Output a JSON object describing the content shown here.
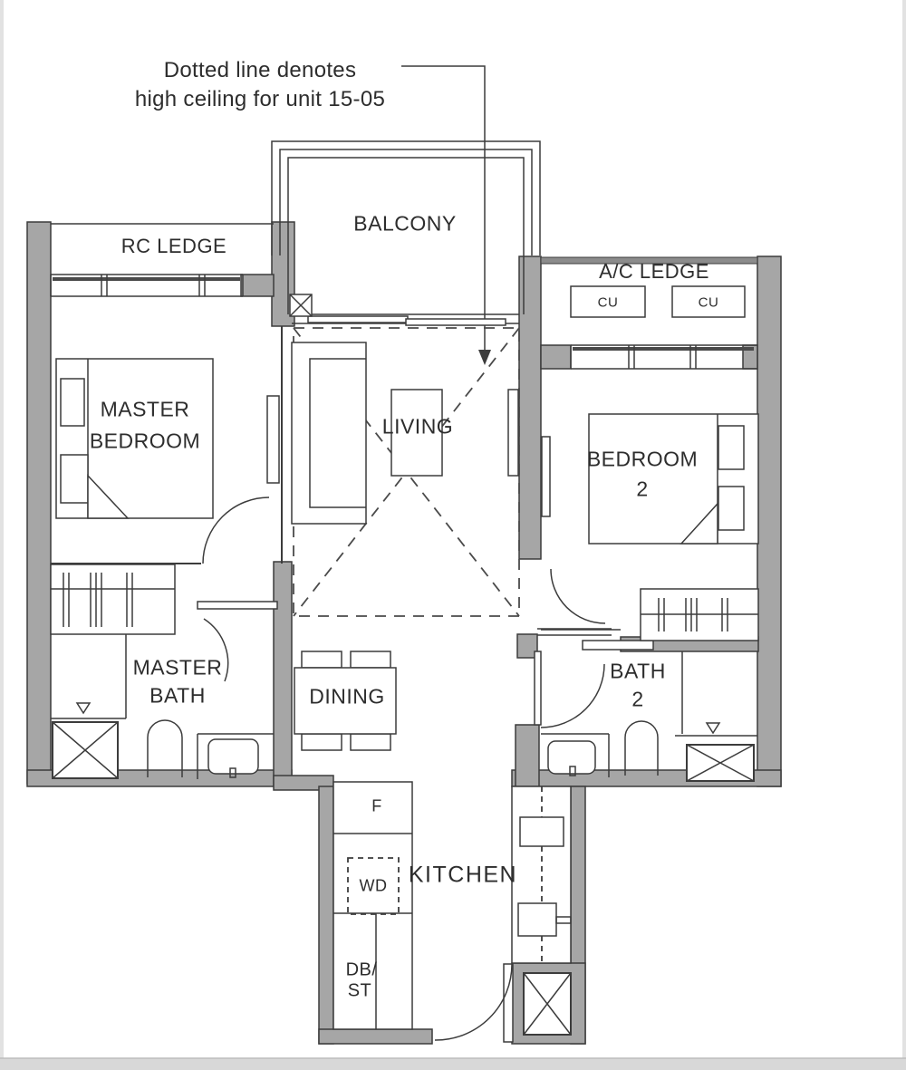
{
  "annotation": {
    "line1": "Dotted line denotes",
    "line2": "high ceiling for unit 15-05"
  },
  "labels": {
    "balcony": "BALCONY",
    "rc_ledge": "RC LEDGE",
    "ac_ledge": "A/C LEDGE",
    "cu_left": "CU",
    "cu_right": "CU",
    "master_bedroom_l1": "MASTER",
    "master_bedroom_l2": "BEDROOM",
    "living": "LIVING",
    "bedroom2_l1": "BEDROOM",
    "bedroom2_l2": "2",
    "master_bath_l1": "MASTER",
    "master_bath_l2": "BATH",
    "dining": "DINING",
    "bath2_l1": "BATH",
    "bath2_l2": "2",
    "kitchen": "KITCHEN",
    "fridge": "F",
    "washer_dryer": "WD",
    "db_st_l1": "DB/",
    "db_st_l2": "ST"
  },
  "colors": {
    "wall": "#a6a6a6",
    "line": "#3c3c3c",
    "text": "#2d2d2d",
    "background": "#ffffff",
    "footer_bar": "#d8d8d8"
  }
}
